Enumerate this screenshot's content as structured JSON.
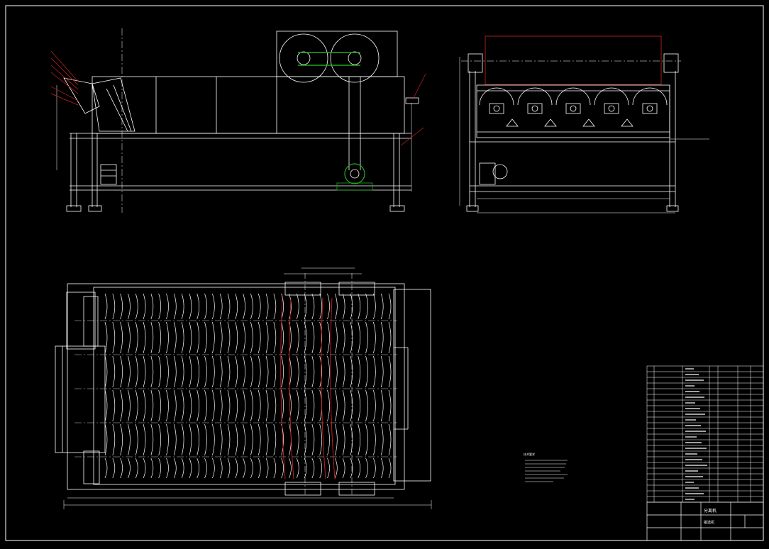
{
  "colors": {
    "background": "#000000",
    "line": "#ffffff",
    "accent_red": "#cc2222",
    "accent_green": "#22aa22"
  },
  "views": {
    "front_elevation": {
      "name": "front-elevation-view"
    },
    "side_elevation": {
      "name": "side-elevation-view"
    },
    "plan": {
      "name": "plan-view"
    }
  },
  "title_block": {
    "title": "分离机",
    "drawing_name": "磁选机"
  },
  "parts_list": {
    "rows": 24
  },
  "notes": {
    "heading": "技术要求"
  }
}
